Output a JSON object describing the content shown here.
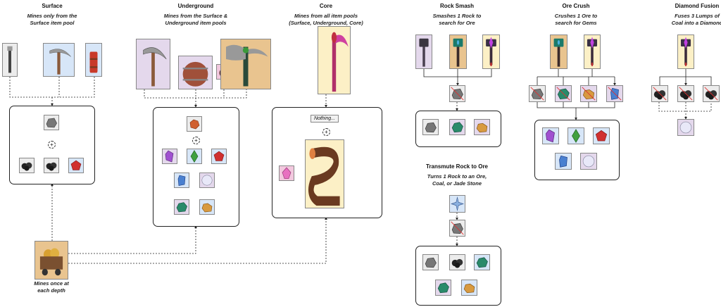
{
  "sections": {
    "surface": {
      "title": "Surface",
      "subtitle1": "Mines only from the",
      "subtitle2": "Surface item pool"
    },
    "underground": {
      "title": "Underground",
      "subtitle1": "Mines from the Surface &",
      "subtitle2": "Underground item pools"
    },
    "core": {
      "title": "Core",
      "subtitle1": "Mines from all item pools",
      "subtitle2": "(Surface, Underground, Core)",
      "nothing_label": "Nothing..."
    },
    "rock_smash": {
      "title": "Rock Smash",
      "subtitle1": "Smashes 1 Rock to",
      "subtitle2": "search for Ore"
    },
    "transmute": {
      "title": "Transmute Rock to Ore",
      "subtitle1": "Turns 1 Rock to an Ore,",
      "subtitle2": "Coal, or Jade Stone"
    },
    "ore_crush": {
      "title": "Ore Crush",
      "subtitle1": "Crushes 1 Ore to",
      "subtitle2": "search for Gems"
    },
    "diamond_fusion": {
      "title": "Diamond Fusion",
      "subtitle1": "Fuses 3 Lumps of",
      "subtitle2": "Coal into a Diamond"
    }
  },
  "minecart": {
    "label1": "Mines once at",
    "label2": "each depth"
  },
  "plus_symbol": "+",
  "colors": {
    "gray": "#ececec",
    "blue": "#d7e6f8",
    "purple": "#e4d8ec",
    "orange": "#e9c48f",
    "yellow": "#fcf0c6",
    "pink": "#f2c8de"
  }
}
